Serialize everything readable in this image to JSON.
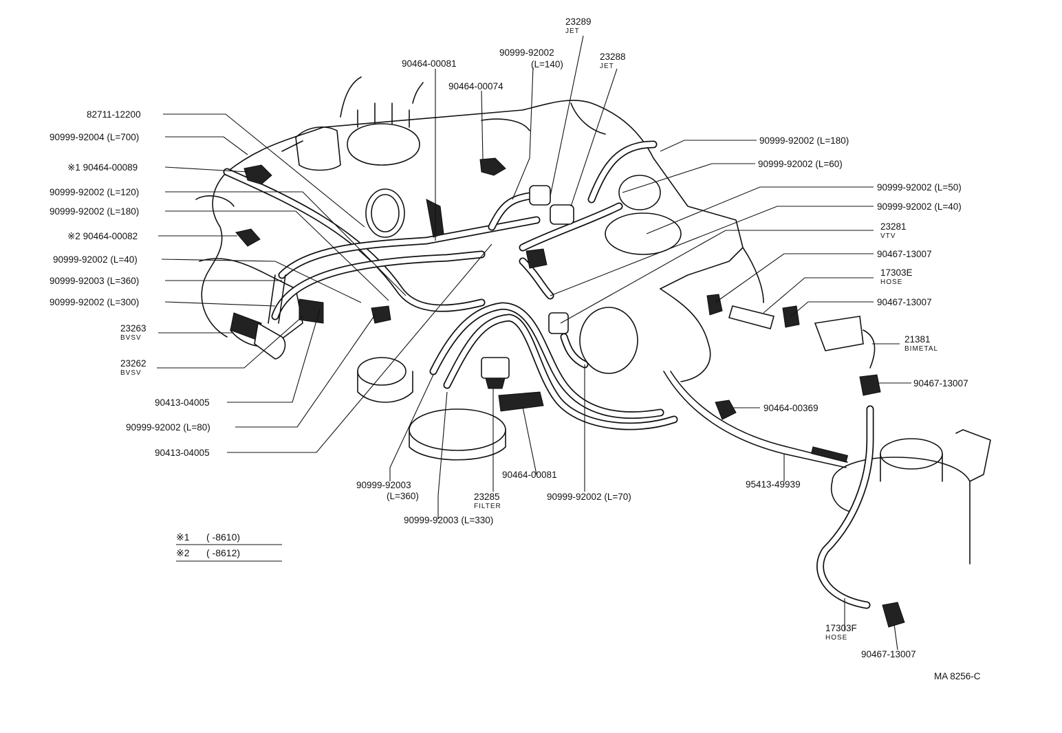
{
  "labels": [
    {
      "id": "l01",
      "text": "23289",
      "sub": "JET"
    },
    {
      "id": "l02",
      "text": "90999-92002",
      "sub": "(L=140)"
    },
    {
      "id": "l03",
      "text": "23288",
      "sub": "JET"
    },
    {
      "id": "l04",
      "text": "90464-00081"
    },
    {
      "id": "l05",
      "text": "90464-00074"
    },
    {
      "id": "l06",
      "text": "82711-12200"
    },
    {
      "id": "l07",
      "text": "90999-92004 (L=700)"
    },
    {
      "id": "l08",
      "text": "※1 90464-00089"
    },
    {
      "id": "l09",
      "text": "90999-92002 (L=120)"
    },
    {
      "id": "l10",
      "text": "90999-92002 (L=180)"
    },
    {
      "id": "l11",
      "text": "※2 90464-00082"
    },
    {
      "id": "l12",
      "text": "90999-92002 (L=40)"
    },
    {
      "id": "l13",
      "text": "90999-92003 (L=360)"
    },
    {
      "id": "l14",
      "text": "90999-92002 (L=300)"
    },
    {
      "id": "l15",
      "text": "23263",
      "sub": "BVSV"
    },
    {
      "id": "l16",
      "text": "23262",
      "sub": "BVSV"
    },
    {
      "id": "l17",
      "text": "90413-04005"
    },
    {
      "id": "l18",
      "text": "90999-92002 (L=80)"
    },
    {
      "id": "l19",
      "text": "90413-04005"
    },
    {
      "id": "l20",
      "text": "90999-92003",
      "sub": "(L=360)"
    },
    {
      "id": "l21",
      "text": "23285",
      "sub": "FILTER"
    },
    {
      "id": "l22",
      "text": "90999-92003 (L=330)"
    },
    {
      "id": "l23",
      "text": "90464-00081"
    },
    {
      "id": "l24",
      "text": "90999-92002 (L=70)"
    },
    {
      "id": "l25",
      "text": "95413-49939"
    },
    {
      "id": "l26",
      "text": "90464-00369"
    },
    {
      "id": "l27",
      "text": "90999-92002 (L=180)"
    },
    {
      "id": "l28",
      "text": "90999-92002 (L=60)"
    },
    {
      "id": "l29",
      "text": "90999-92002 (L=50)"
    },
    {
      "id": "l30",
      "text": "90999-92002 (L=40)"
    },
    {
      "id": "l31",
      "text": "23281",
      "sub": "VTV"
    },
    {
      "id": "l32",
      "text": "90467-13007"
    },
    {
      "id": "l33",
      "text": "17303E",
      "sub": "HOSE"
    },
    {
      "id": "l34",
      "text": "90467-13007"
    },
    {
      "id": "l35",
      "text": "21381",
      "sub": "BIMETAL"
    },
    {
      "id": "l36",
      "text": "90467-13007"
    },
    {
      "id": "l37",
      "text": "17303F",
      "sub": "HOSE"
    },
    {
      "id": "l38",
      "text": "90467-13007"
    }
  ],
  "footnotes": [
    {
      "mark": "※1",
      "range": "(      -8610)"
    },
    {
      "mark": "※2",
      "range": "(      -8612)"
    }
  ],
  "drawing_code": "MA 8256-C"
}
